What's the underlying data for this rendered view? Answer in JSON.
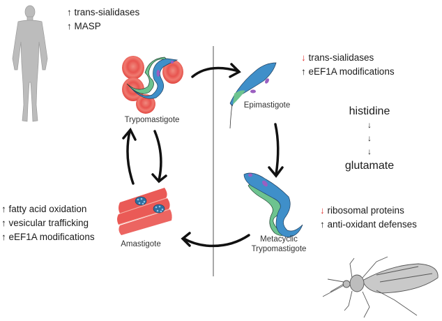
{
  "colors": {
    "increase_arrow": "#1a1a1a",
    "decrease_arrow": "#e0302e",
    "divider": "#a8a8a8",
    "parasite_body": "#3f8fc9",
    "parasite_membrane": "#6dc38f",
    "nucleus": "#9b5fc0",
    "red_blood_cell": "#e8544f",
    "muscle_tissue": "#ea5a56",
    "host_silhouette": "#bdbdbd",
    "vector_insect": "#c7c7c7"
  },
  "hosts": {
    "mammal_host": "human silhouette",
    "insect_vector": "triatomine bug"
  },
  "stages": {
    "trypomastigote": {
      "label": "Trypomastigote"
    },
    "amastigote": {
      "label": "Amastigote"
    },
    "epimastigote": {
      "label": "Epimastigote"
    },
    "metacyclic": {
      "label_line1": "Metacyclic",
      "label_line2": "Trypomastigote"
    }
  },
  "annotations": {
    "trypomastigote": [
      {
        "arrow": "↑",
        "direction": "up",
        "text": "trans-sialidases"
      },
      {
        "arrow": "↑",
        "direction": "up",
        "text": "MASP"
      }
    ],
    "amastigote": [
      {
        "arrow": "↑",
        "direction": "up",
        "text": "fatty acid oxidation"
      },
      {
        "arrow": "↑",
        "direction": "up",
        "text": "vesicular trafficking"
      },
      {
        "arrow": "↑",
        "direction": "up",
        "text": "eEF1A modifications"
      }
    ],
    "epimastigote": [
      {
        "arrow": "↓",
        "direction": "down",
        "text": "trans-sialidases"
      },
      {
        "arrow": "↑",
        "direction": "up",
        "text": "eEF1A modifications"
      }
    ],
    "metacyclic": [
      {
        "arrow": "↓",
        "direction": "down",
        "text": "ribosomal proteins"
      },
      {
        "arrow": "↑",
        "direction": "up",
        "text": "anti-oxidant defenses"
      }
    ]
  },
  "pathway": {
    "start": "histidine",
    "steps": [
      "↓",
      "↓",
      "↓"
    ],
    "end": "glutamate"
  }
}
